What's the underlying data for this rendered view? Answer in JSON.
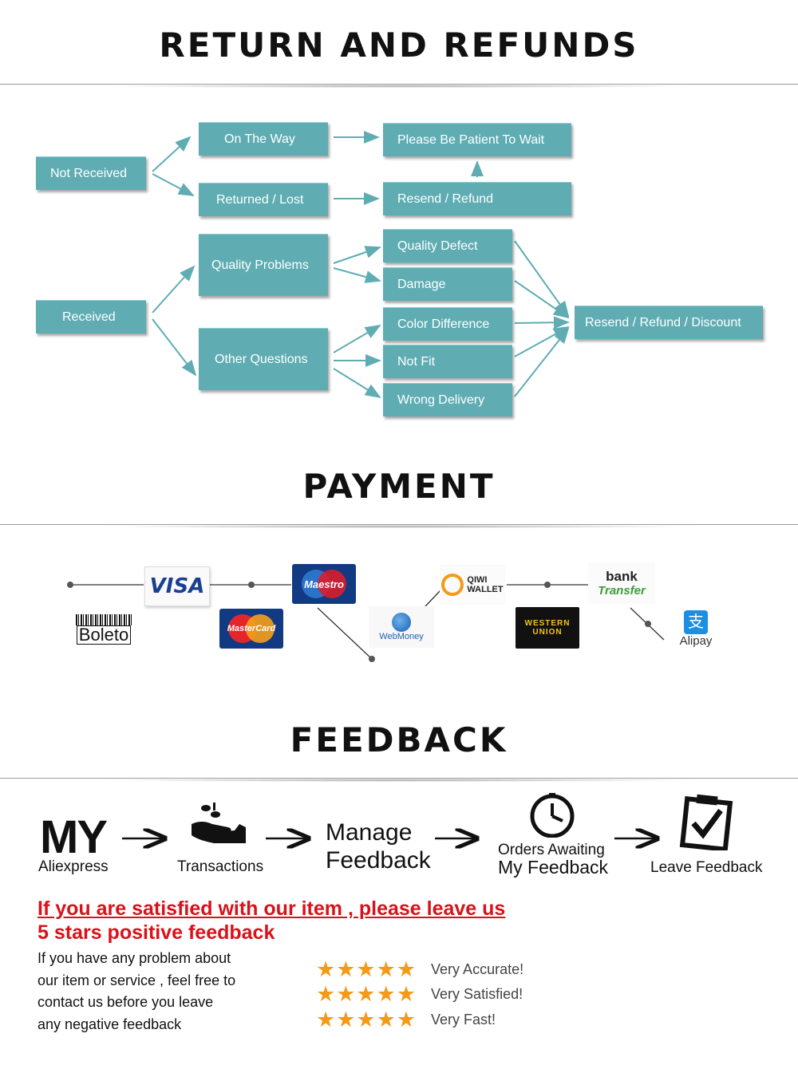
{
  "sections": {
    "returns_title": "RETURN AND REFUNDS",
    "payment_title": "PAYMENT",
    "feedback_title": "FEEDBACK"
  },
  "flow": {
    "not_received": "Not Received",
    "on_the_way": "On The Way",
    "returned_lost": "Returned / Lost",
    "be_patient": "Please Be Patient To Wait",
    "resend_refund": "Resend / Refund",
    "received": "Received",
    "quality_problems": "Quality Problems",
    "other_questions": "Other Questions",
    "quality_defect": "Quality Defect",
    "damage": "Damage",
    "color_difference": "Color Difference",
    "not_fit": "Not Fit",
    "wrong_delivery": "Wrong Delivery",
    "resend_refund_discount": "Resend / Refund / Discount",
    "box_color": "#5fadb3"
  },
  "payment": {
    "visa": "VISA",
    "maestro": "Maestro",
    "mastercard": "MasterCard",
    "boleto": "Boleto",
    "webmoney": "WebMoney",
    "qiwi_line1": "QIWI",
    "qiwi_line2": "WALLET",
    "western_union_line1": "WESTERN",
    "western_union_line2": "UNION",
    "bank_line1": "bank",
    "bank_line2": "Transfer",
    "alipay": "Alipay",
    "alipay_glyph": "支"
  },
  "feedback_steps": {
    "my_big": "MY",
    "my_sub": "Aliexpress",
    "transactions": "Transactions",
    "manage_line1": "Manage",
    "manage_line2": "Feedback",
    "orders_line1": "Orders Awaiting",
    "orders_line2": "My Feedback",
    "leave": "Leave Feedback",
    "icons": [
      "hand-coins-icon",
      "clock-icon",
      "clipboard-check-icon"
    ]
  },
  "message": {
    "red_line1": "If you are satisfied with our item , please leave us",
    "red_line2": "5 stars positive feedback",
    "p1": "If you have any problem about",
    "p2": "our item or service , feel free to",
    "p3": "contact us before you  leave",
    "p4": "any negative feedback",
    "stars": "★★★★★",
    "ratings": [
      "Very Accurate!",
      "Very Satisfied!",
      "Very Fast!"
    ],
    "red_color": "#d8121b",
    "star_color": "#f39a19"
  }
}
